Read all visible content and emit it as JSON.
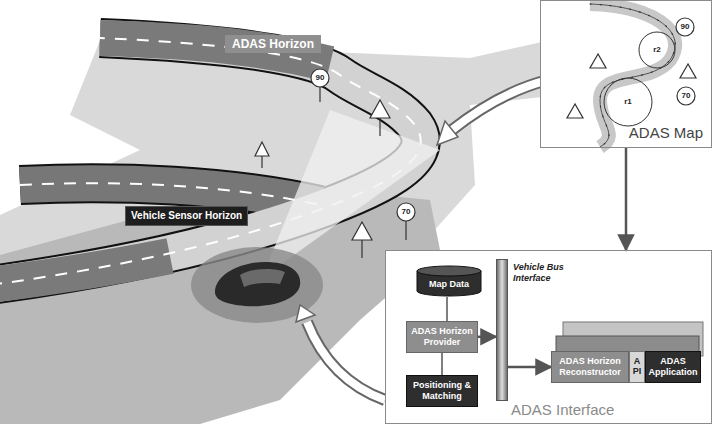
{
  "diagram": {
    "nodes": [
      {
        "text": [
          "ADAS Horizon"
        ]
      },
      {
        "text": [
          "Vehicle Sensor Horizon"
        ]
      },
      {
        "text": [
          "ADAS Map"
        ]
      },
      {
        "text": [
          "ADAS Interface"
        ]
      },
      {
        "text": [
          "Map Data"
        ],
        "in": 3
      },
      {
        "text": [
          "ADAS Horizon Provider"
        ],
        "in": 3
      },
      {
        "text": [
          "Positioning & Matching"
        ],
        "in": 3
      },
      {
        "text": [
          "Vehicle Bus Interface"
        ],
        "in": 3
      },
      {
        "text": [
          "ADAS Horizon Reconstructor"
        ],
        "in": 3
      },
      {
        "text": [
          "API"
        ],
        "in": 3
      },
      {
        "text": [
          "ADAS Application"
        ],
        "in": 3
      }
    ],
    "edges": [
      {
        "from": 2,
        "to": 3,
        "arrow": "to"
      },
      {
        "from": 4,
        "to": 5,
        "arrow": "none"
      },
      {
        "from": 5,
        "to": 6,
        "arrow": "none"
      },
      {
        "from": 5,
        "to": 7,
        "arrow": "to"
      },
      {
        "from": 7,
        "to": 8,
        "arrow": "to"
      }
    ],
    "labels": [
      "90",
      "70",
      "90",
      "70",
      "r2",
      "r1"
    ]
  }
}
